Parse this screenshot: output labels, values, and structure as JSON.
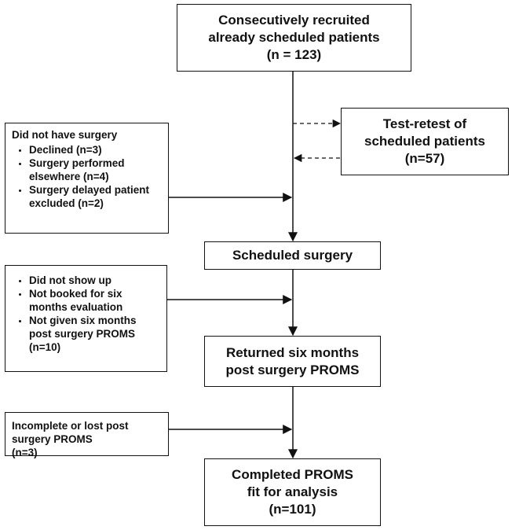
{
  "nodes": {
    "recruited": {
      "lines": [
        "Consecutively recruited",
        "already scheduled patients",
        "(n = 123)"
      ]
    },
    "test_retest": {
      "lines": [
        "Test-retest of",
        "scheduled patients",
        "(n=57)"
      ]
    },
    "no_surgery": {
      "heading": "Did not have surgery",
      "items": [
        "Declined (n=3)",
        "Surgery performed elsewhere (n=4)",
        "Surgery delayed patient excluded (n=2)"
      ]
    },
    "scheduled": {
      "lines": [
        "Scheduled surgery"
      ]
    },
    "not_evaluated": {
      "items": [
        "Did not show up",
        "Not booked for six months evaluation",
        "Not given six months post surgery PROMS (n=10)"
      ]
    },
    "returned": {
      "lines": [
        "Returned six months",
        "post surgery PROMS"
      ]
    },
    "incomplete": {
      "lines": [
        "Incomplete or lost post",
        "surgery PROMS",
        "(n=3)"
      ]
    },
    "completed": {
      "lines": [
        "Completed PROMS",
        "fit for analysis",
        "(n=101)"
      ]
    }
  }
}
